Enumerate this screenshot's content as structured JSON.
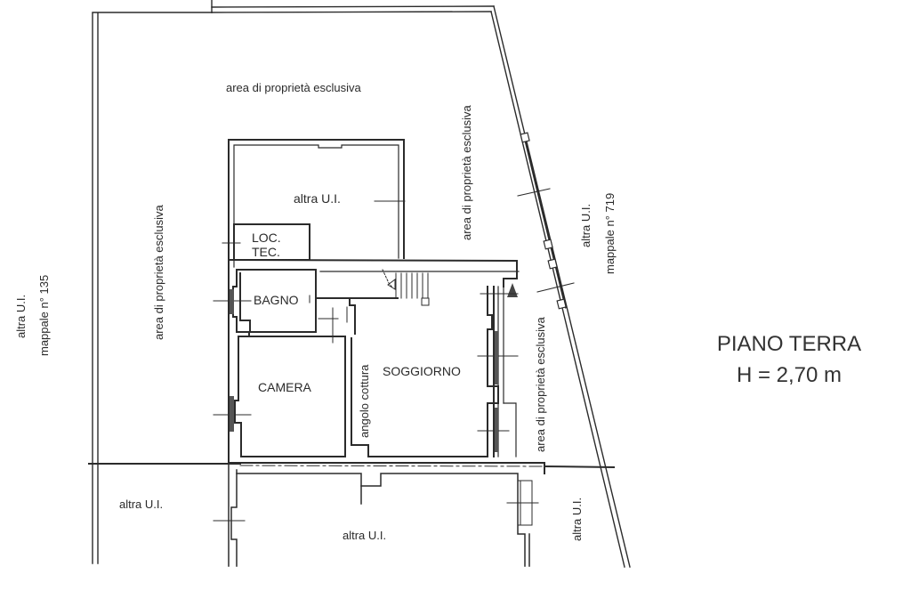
{
  "plan": {
    "title": "PIANO TERRA",
    "height_label": "H = 2,70 m",
    "line_color": "#2b2b2b"
  },
  "areas": {
    "top": "area di proprietà esclusiva",
    "left": "area di proprietà esclusiva",
    "right_upper": "area di proprietà esclusiva",
    "right_lower": "area di proprietà esclusiva"
  },
  "neighbors": {
    "west_line1": "altra U.I.",
    "west_line2": "mappale n° 135",
    "east_line1": "altra U.I.",
    "east_line2": "mappale n° 719",
    "north_unit": "altra U.I.",
    "south_left": "altra U.I.",
    "south_center": "altra U.I.",
    "south_right": "altra U.I."
  },
  "rooms": {
    "loc_tec_line1": "LOC.",
    "loc_tec_line2": "TEC.",
    "bagno": "BAGNO",
    "camera": "CAMERA",
    "soggiorno": "SOGGIORNO",
    "angolo_cottura": "angolo cottura"
  }
}
